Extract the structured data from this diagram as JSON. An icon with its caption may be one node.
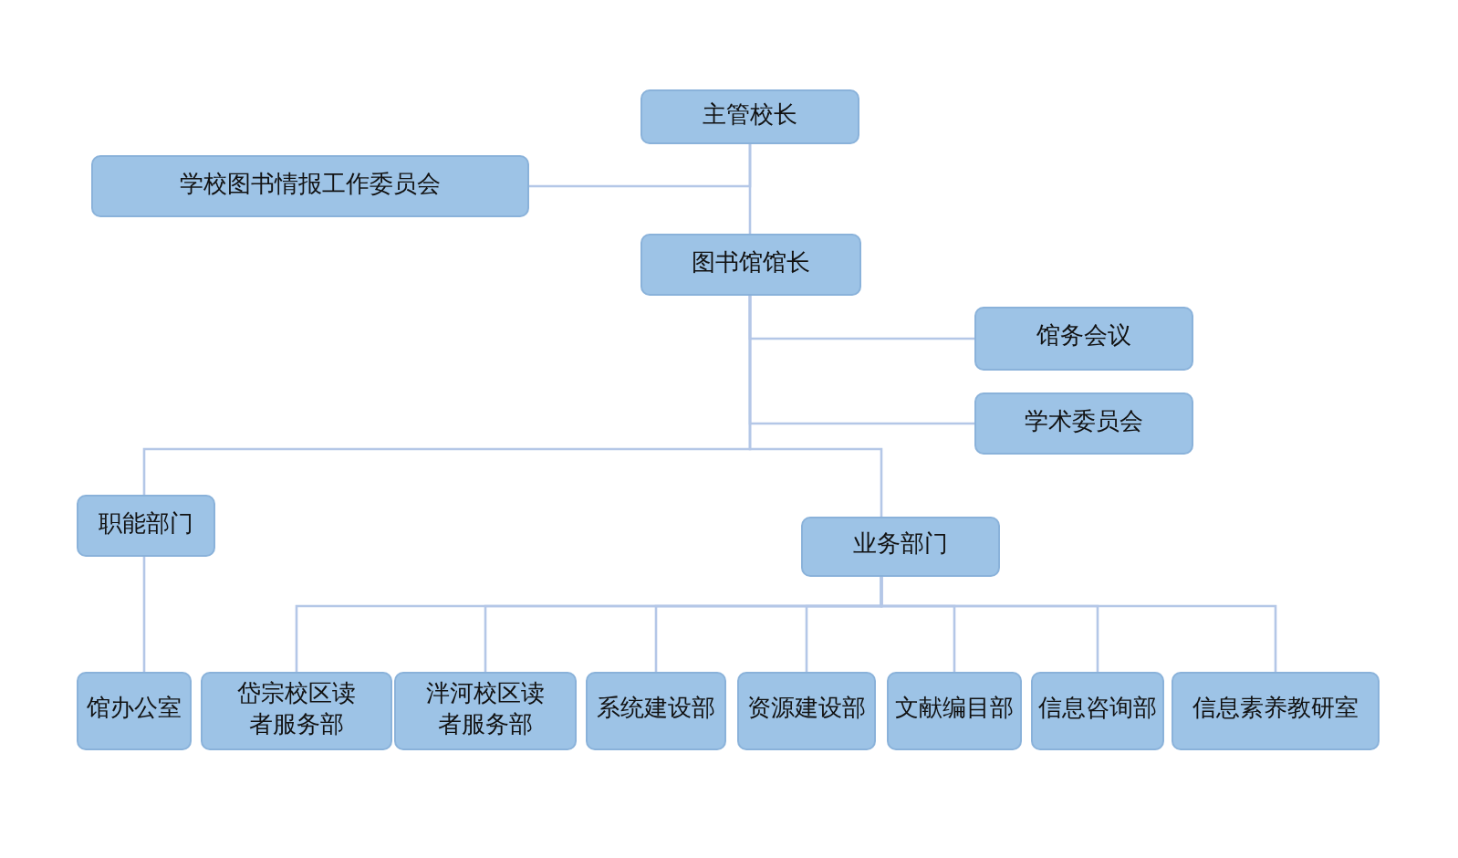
{
  "diagram": {
    "nodes": [
      {
        "text": [
          "主管校长"
        ]
      },
      {
        "text": [
          "学校图书情报工作委员会"
        ]
      },
      {
        "text": [
          "图书馆馆长"
        ]
      },
      {
        "text": [
          "馆务会议"
        ]
      },
      {
        "text": [
          "学术委员会"
        ]
      },
      {
        "text": [
          "职能部门"
        ]
      },
      {
        "text": [
          "业务部门"
        ]
      },
      {
        "text": [
          "馆办公室"
        ]
      },
      {
        "text": [
          "岱宗校区读者服务部"
        ]
      },
      {
        "text": [
          "泮河校区读者服务部"
        ]
      },
      {
        "text": [
          "系统建设部"
        ]
      },
      {
        "text": [
          "资源建设部"
        ]
      },
      {
        "text": [
          "文献编目部"
        ]
      },
      {
        "text": [
          "信息咨询部"
        ]
      },
      {
        "text": [
          "信息素养教研室"
        ]
      }
    ],
    "edges": [
      {
        "from": 0,
        "to": 2,
        "arrow": "none"
      },
      {
        "from": 0,
        "to": 1,
        "arrow": "none"
      },
      {
        "from": 2,
        "to": 3,
        "arrow": "none"
      },
      {
        "from": 2,
        "to": 4,
        "arrow": "none"
      },
      {
        "from": 2,
        "to": 5,
        "arrow": "none"
      },
      {
        "from": 2,
        "to": 6,
        "arrow": "none"
      },
      {
        "from": 5,
        "to": 7,
        "arrow": "none"
      },
      {
        "from": 6,
        "to": 8,
        "arrow": "none"
      },
      {
        "from": 6,
        "to": 9,
        "arrow": "none"
      },
      {
        "from": 6,
        "to": 10,
        "arrow": "none"
      },
      {
        "from": 6,
        "to": 11,
        "arrow": "none"
      },
      {
        "from": 6,
        "to": 12,
        "arrow": "none"
      },
      {
        "from": 6,
        "to": 13,
        "arrow": "none"
      },
      {
        "from": 6,
        "to": 14,
        "arrow": "none"
      }
    ]
  }
}
